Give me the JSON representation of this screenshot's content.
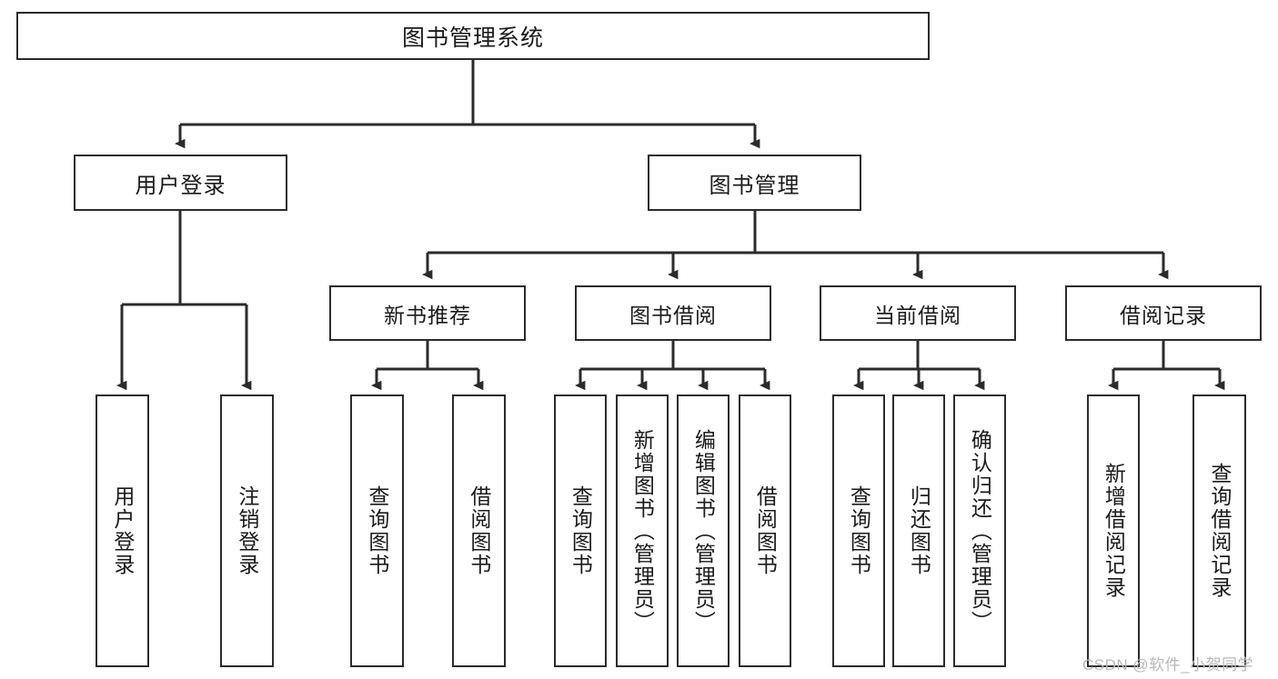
{
  "diagram": {
    "title": "图书管理系统",
    "type": "tree-hierarchy-diagram",
    "colors": {
      "stroke": "#2b2b2b",
      "fill": "#ffffff",
      "text": "#1a1a1a",
      "watermark": "#b9b9b9"
    },
    "root": {
      "label": "图书管理系统"
    },
    "level1": [
      {
        "label": "用户登录"
      },
      {
        "label": "图书管理"
      }
    ],
    "level2": [
      {
        "label": "新书推荐"
      },
      {
        "label": "图书借阅"
      },
      {
        "label": "当前借阅"
      },
      {
        "label": "借阅记录"
      }
    ],
    "leaves_user_login": [
      {
        "label": "用户登录"
      },
      {
        "label": "注销登录"
      }
    ],
    "leaves_new_books": [
      {
        "label": "查询图书"
      },
      {
        "label": "借阅图书"
      }
    ],
    "leaves_borrow": [
      {
        "label": "查询图书"
      },
      {
        "label": "新增图书（管理员）"
      },
      {
        "label": "编辑图书（管理员）"
      },
      {
        "label": "借阅图书"
      }
    ],
    "leaves_current": [
      {
        "label": "查询图书"
      },
      {
        "label": "归还图书"
      },
      {
        "label": "确认归还（管理员）"
      }
    ],
    "leaves_records": [
      {
        "label": "新增借阅记录"
      },
      {
        "label": "查询借阅记录"
      }
    ]
  },
  "watermark": {
    "text": "CSDN @软件_小贺同学"
  }
}
